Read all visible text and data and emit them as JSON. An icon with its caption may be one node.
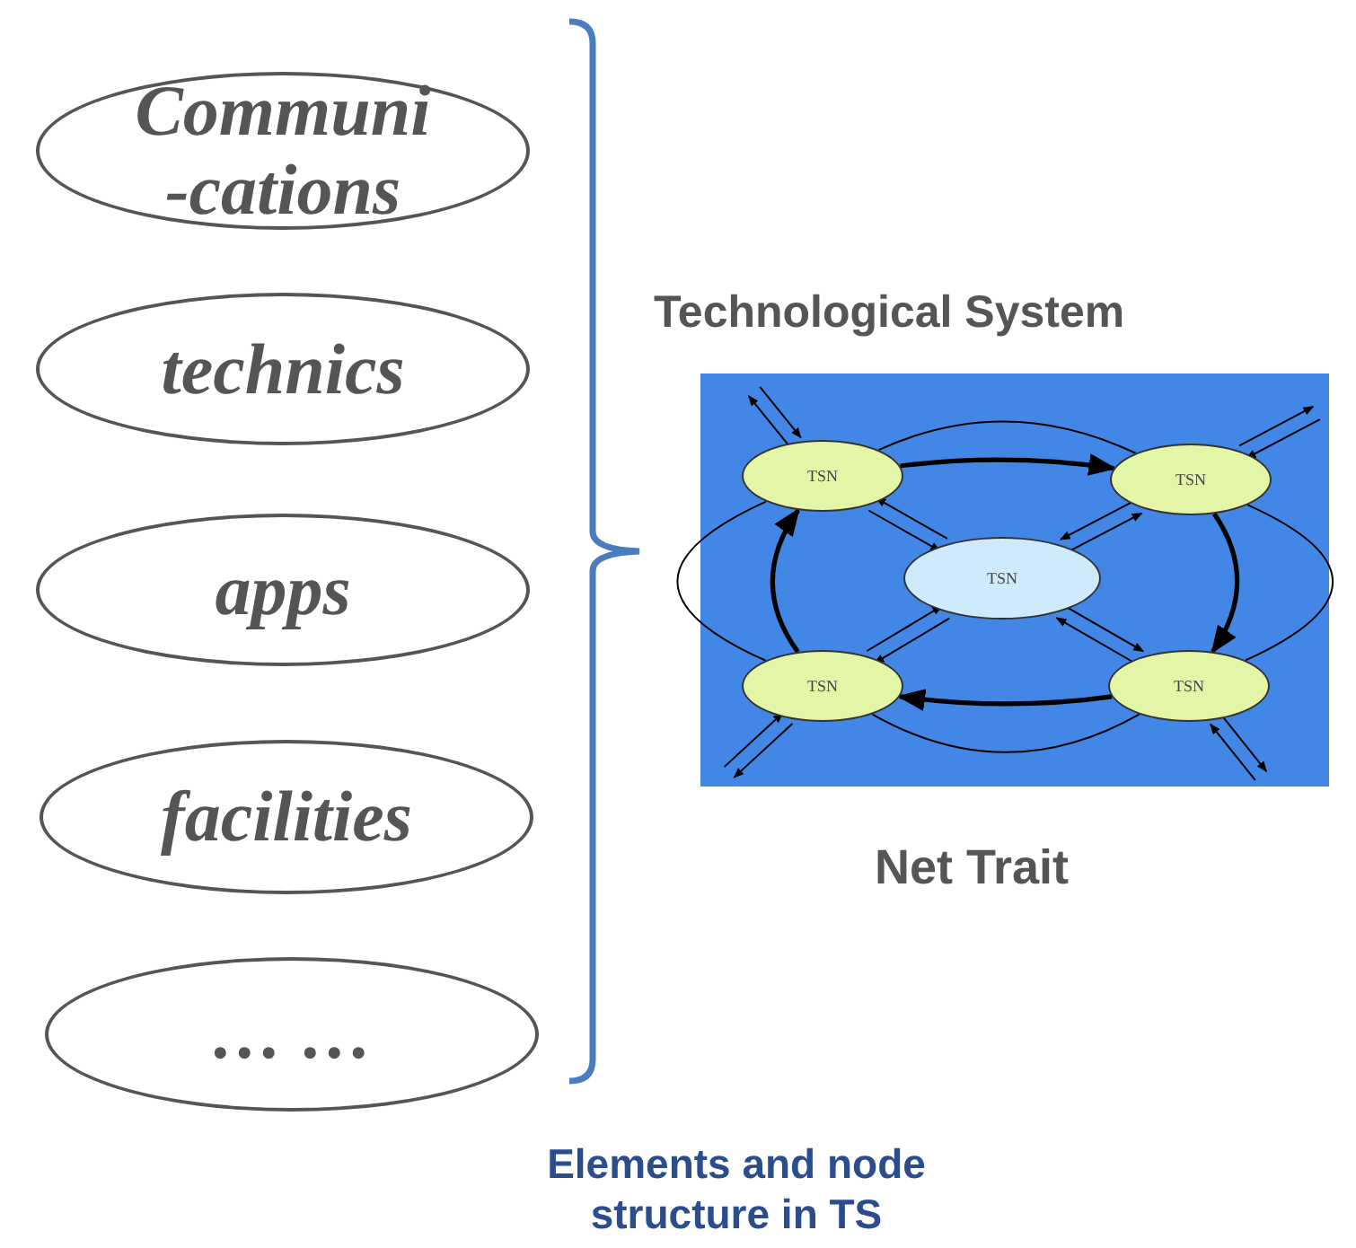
{
  "diagram": {
    "caption": "Elements and node structure in TS",
    "nodes": [
      {
        "text": [
          "Communi -cations"
        ]
      },
      {
        "text": [
          "technics"
        ]
      },
      {
        "text": [
          "apps"
        ]
      },
      {
        "text": [
          "facilities"
        ]
      },
      {
        "text": [
          "… …"
        ]
      },
      {
        "text": [],
        "shape": "box",
        "beside": [
          "Net Trait"
        ]
      },
      {
        "text": [
          "TSN"
        ],
        "in": 5
      },
      {
        "text": [
          "TSN"
        ],
        "in": 5
      },
      {
        "text": [
          "TSN"
        ],
        "in": 5
      },
      {
        "text": [
          "TSN"
        ],
        "in": 5
      },
      {
        "text": [
          "TSN"
        ],
        "in": 5
      }
    ],
    "edges": [
      {
        "from": 6,
        "to": 7,
        "arrow": "to",
        "style": "thick"
      },
      {
        "from": 7,
        "to": 10,
        "arrow": "to",
        "style": "thick"
      },
      {
        "from": 10,
        "to": 9,
        "arrow": "to",
        "style": "thick"
      },
      {
        "from": 9,
        "to": 6,
        "arrow": "to",
        "style": "thick"
      },
      {
        "from": 6,
        "to": 7,
        "arrow": "none"
      },
      {
        "from": 7,
        "to": 10,
        "arrow": "none"
      },
      {
        "from": 10,
        "to": 9,
        "arrow": "none"
      },
      {
        "from": 9,
        "to": 6,
        "arrow": "none"
      },
      {
        "from": 6,
        "to": 8,
        "arrow": "to"
      },
      {
        "from": 8,
        "to": 6,
        "arrow": "to"
      },
      {
        "from": 7,
        "to": 8,
        "arrow": "to"
      },
      {
        "from": 8,
        "to": 7,
        "arrow": "to"
      },
      {
        "from": 9,
        "to": 8,
        "arrow": "to"
      },
      {
        "from": 8,
        "to": 9,
        "arrow": "to"
      },
      {
        "from": 10,
        "to": 8,
        "arrow": "to"
      },
      {
        "from": 8,
        "to": 10,
        "arrow": "to"
      },
      {
        "from": null,
        "to": 6,
        "arrow": "to"
      },
      {
        "from": 6,
        "to": null,
        "arrow": "to"
      },
      {
        "from": null,
        "to": 7,
        "arrow": "to"
      },
      {
        "from": 7,
        "to": null,
        "arrow": "to"
      },
      {
        "from": null,
        "to": 9,
        "arrow": "to"
      },
      {
        "from": 9,
        "to": null,
        "arrow": "to"
      },
      {
        "from": null,
        "to": 10,
        "arrow": "to"
      },
      {
        "from": 10,
        "to": null,
        "arrow": "to"
      }
    ],
    "labels": [
      "Technological System"
    ]
  }
}
